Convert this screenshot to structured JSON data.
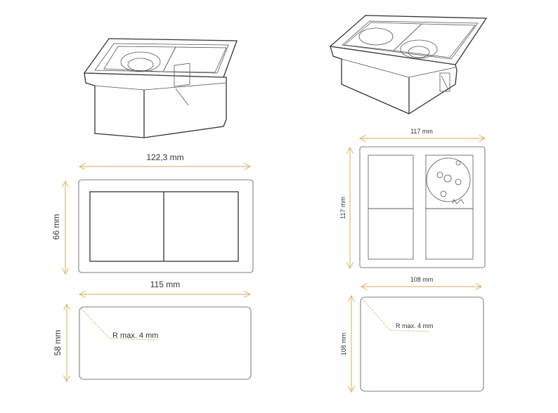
{
  "single_unit": {
    "outer_width": "122,3 mm",
    "outer_height": "66 mm",
    "cutout_width": "115 mm",
    "cutout_height": "58 mm",
    "corner_radius": "R max. 4 mm"
  },
  "double_unit": {
    "outer_width": "117 mm",
    "outer_height": "117 mm",
    "cutout_width": "108 mm",
    "cutout_height": "108 mm",
    "corner_radius": "R max. 4 mm"
  },
  "colors": {
    "dimension_line": "#e2b877",
    "outline": "#333333"
  }
}
